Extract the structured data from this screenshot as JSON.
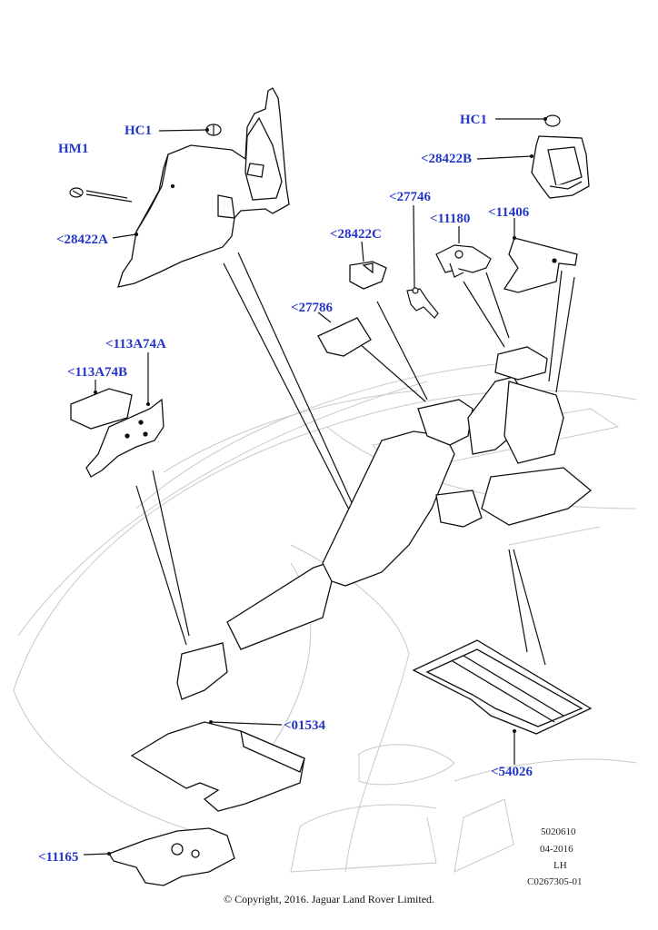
{
  "callouts": {
    "hc1_left": "HC1",
    "hm1": "HM1",
    "c28422a": "<28422A",
    "hc1_right": "HC1",
    "c28422b": "<28422B",
    "c27746": "<27746",
    "c11180": "<11180",
    "c11406": "<11406",
    "c28422c": "<28422C",
    "c27786": "<27786",
    "c113a74a": "<113A74A",
    "c113a74b": "<113A74B",
    "c01534": "<01534",
    "c54026": "<54026",
    "c11165": "<11165"
  },
  "meta": {
    "code": "5020610",
    "date": "04-2016",
    "side": "LH",
    "figure": "C0267305-01"
  },
  "copyright": "© Copyright, 2016. Jaguar Land Rover Limited.",
  "colors": {
    "callout": "#2436c8",
    "line": "#111111",
    "ghost": "#c8c8c8"
  }
}
